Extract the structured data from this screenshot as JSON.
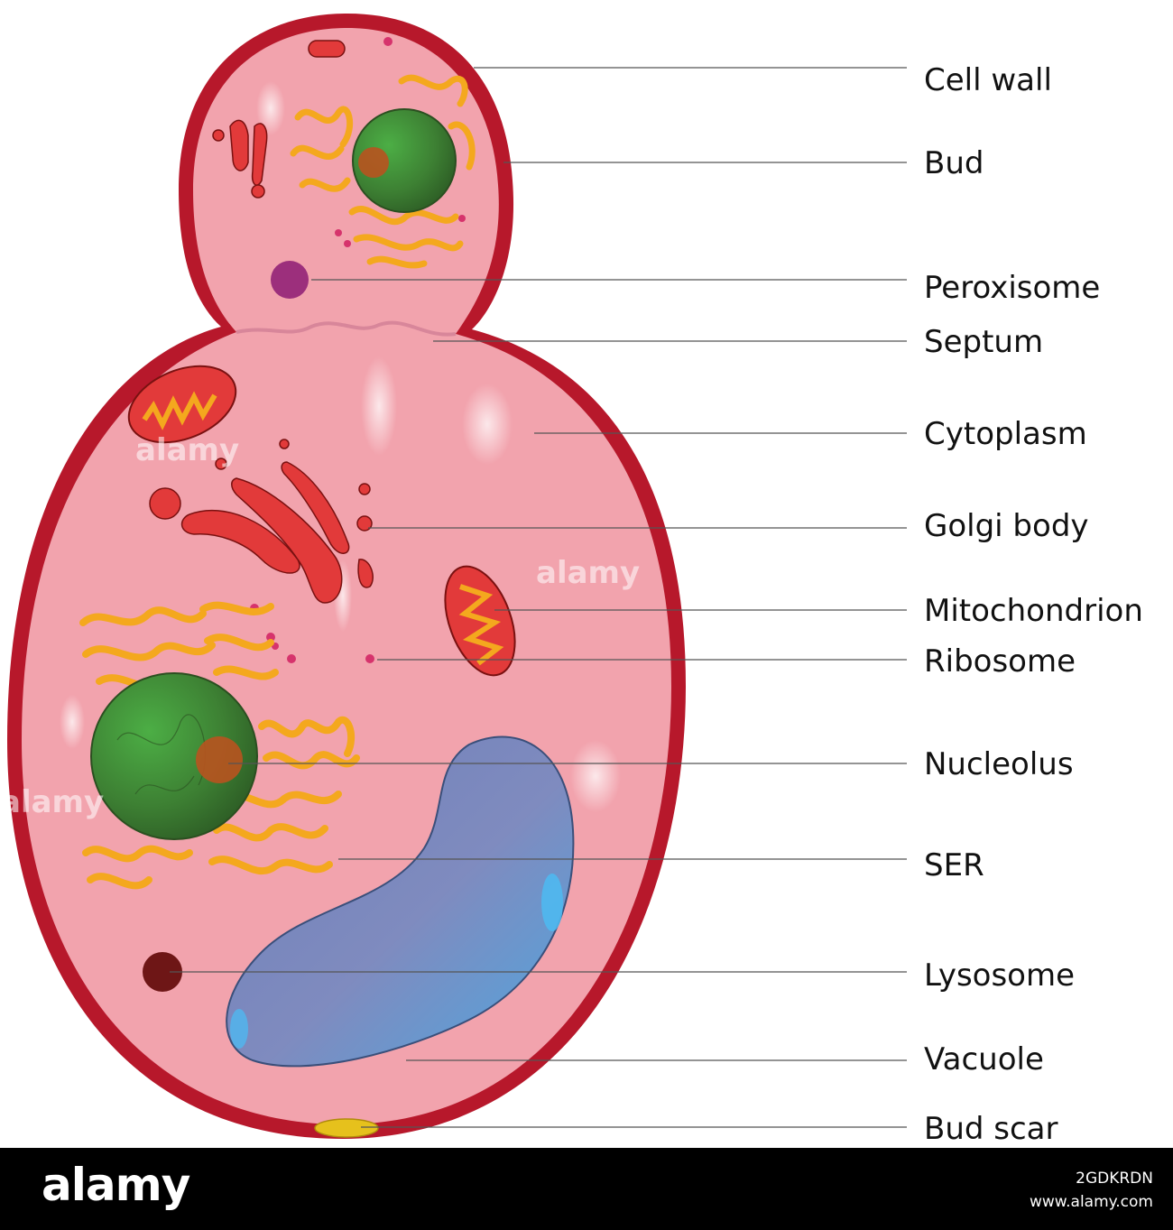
{
  "labels": {
    "cell_wall": "Cell wall",
    "bud": "Bud",
    "peroxisome": "Peroxisome",
    "septum": "Septum",
    "cytoplasm": "Cytoplasm",
    "golgi_body": "Golgi body",
    "mitochondrion": "Mitochondrion",
    "ribosome": "Ribosome",
    "nucleolus": "Nucleolus",
    "ser": "SER",
    "lysosome": "Lysosome",
    "vacuole": "Vacuole",
    "bud_scar": "Bud scar"
  },
  "watermark": {
    "text": "alamy"
  },
  "footer": {
    "brand": "alamy",
    "image_id": "2GDKRDN",
    "site": "www.alamy.com"
  },
  "colors": {
    "cell_wall": "#b7182b",
    "cytoplasm": "#f2a3ad",
    "nucleus": "#3f8f3a",
    "nucleolus": "#b8531f",
    "er": "#f4a81e",
    "golgi": "#e23a3a",
    "vacuole": "#5f7db8",
    "lysosome": "#6e1616",
    "peroxisome": "#9c2f7c",
    "bud_scar": "#e6c11c"
  }
}
